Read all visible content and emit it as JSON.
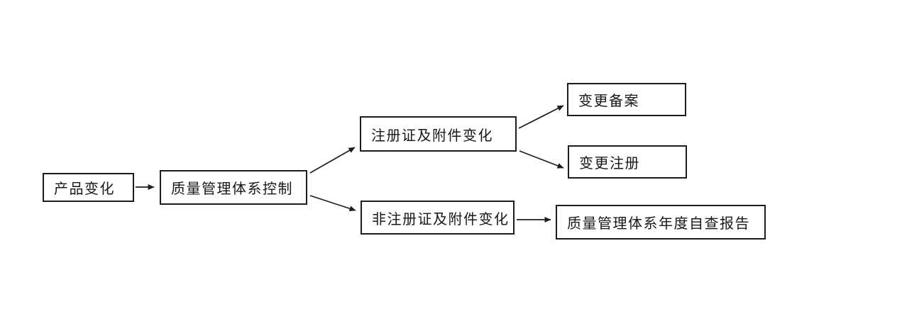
{
  "diagram": {
    "type": "flowchart",
    "background_color": "#ffffff",
    "box_border_color": "#1d1d1d",
    "text_color": "#171717",
    "arrow_color": "#1d1d1d",
    "nodes": {
      "product_change": {
        "label": "产品变化"
      },
      "qms_control": {
        "label": "质量管理体系控制"
      },
      "cert_change": {
        "label": "注册证及附件变化"
      },
      "non_cert_change": {
        "label": "非注册证及附件变化"
      },
      "change_filing": {
        "label": "变更备案"
      },
      "change_registration": {
        "label": "变更注册"
      },
      "annual_report": {
        "label": "质量管理体系年度自查报告"
      }
    },
    "edges": [
      {
        "from": "product_change",
        "to": "qms_control"
      },
      {
        "from": "qms_control",
        "to": "cert_change"
      },
      {
        "from": "qms_control",
        "to": "non_cert_change"
      },
      {
        "from": "cert_change",
        "to": "change_filing"
      },
      {
        "from": "cert_change",
        "to": "change_registration"
      },
      {
        "from": "non_cert_change",
        "to": "annual_report"
      }
    ]
  }
}
